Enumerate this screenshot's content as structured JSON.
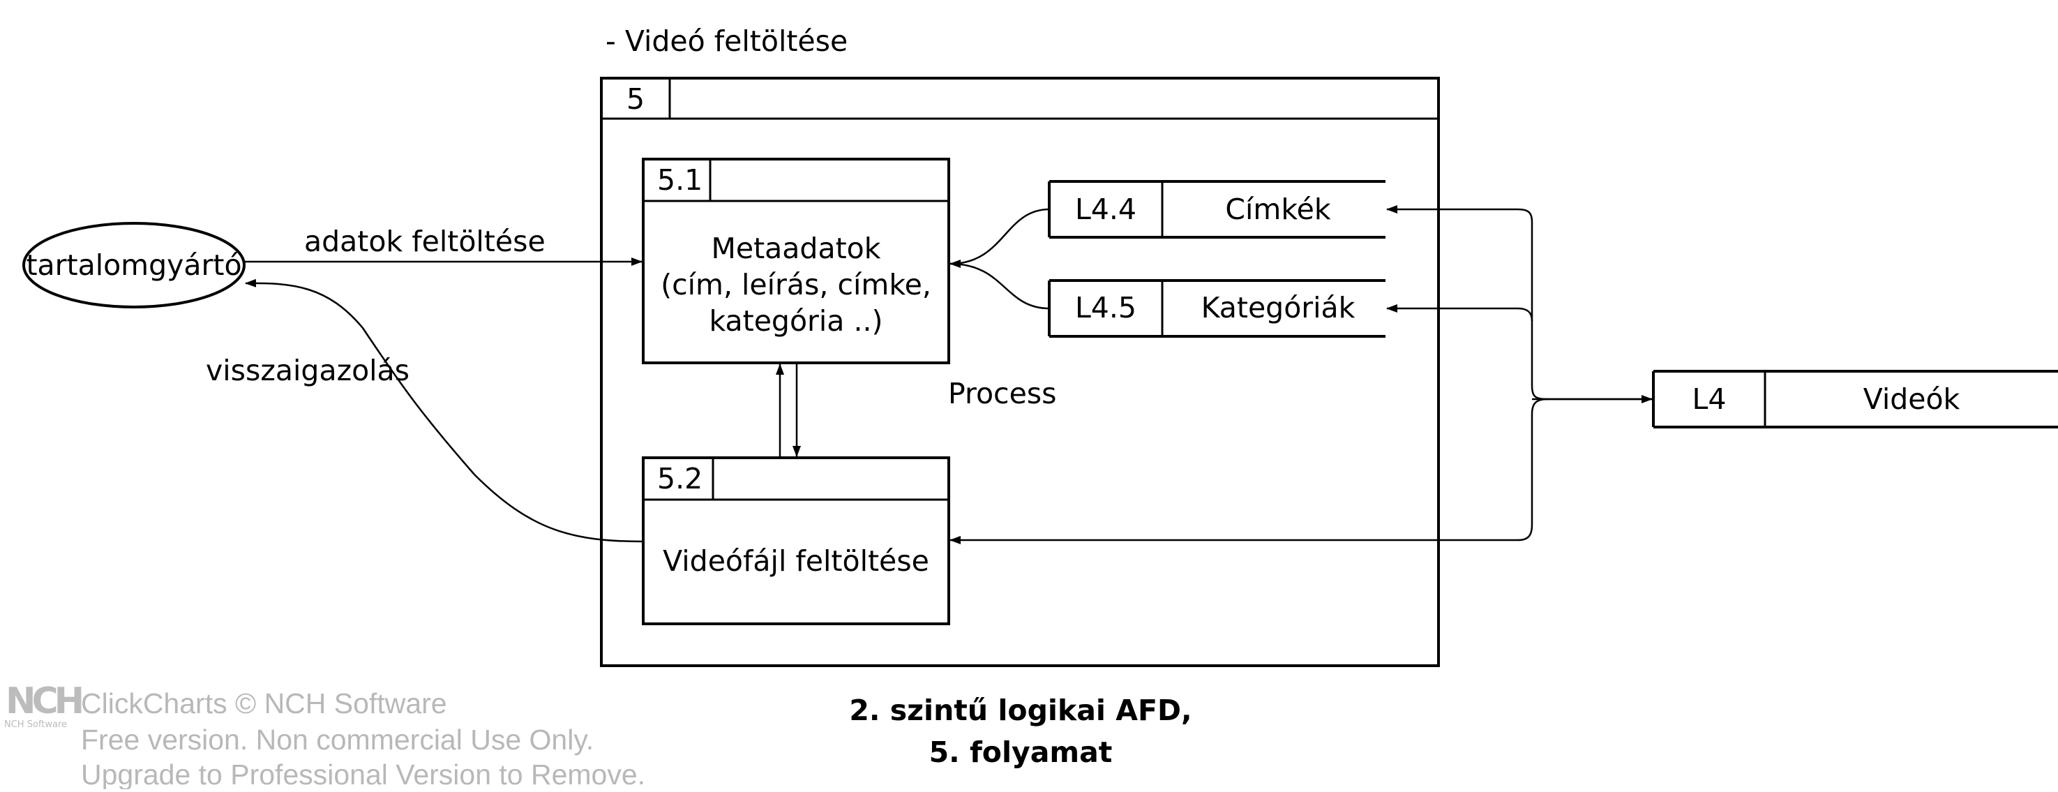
{
  "process": {
    "header": "- Videó feltöltése",
    "id": "5",
    "label": "Process",
    "sub1": {
      "id": "5.1",
      "lines": [
        "Metaadatok",
        "(cím, leírás, címke,",
        "kategória ..)"
      ]
    },
    "sub2": {
      "id": "5.2",
      "lines": [
        "Videófájl feltöltése"
      ]
    }
  },
  "entity": {
    "label": "tartalomgyártó"
  },
  "stores": {
    "cimkek": {
      "id": "L4.4",
      "label": "Címkék"
    },
    "kategoriak": {
      "id": "L4.5",
      "label": "Kategóriák"
    },
    "videok": {
      "id": "L4",
      "label": "Videók"
    }
  },
  "flows": {
    "upload_data": "adatok feltöltése",
    "confirmation": "visszaigazolás"
  },
  "caption": {
    "lines": [
      "2. szintű logikai AFD,",
      "5. folyamat"
    ]
  },
  "watermark": {
    "logo": "NCH",
    "logo_sub": "NCH Software",
    "lines": [
      "ClickCharts © NCH Software",
      "Free version. Non commercial Use Only.",
      "Upgrade to Professional Version to Remove."
    ]
  }
}
